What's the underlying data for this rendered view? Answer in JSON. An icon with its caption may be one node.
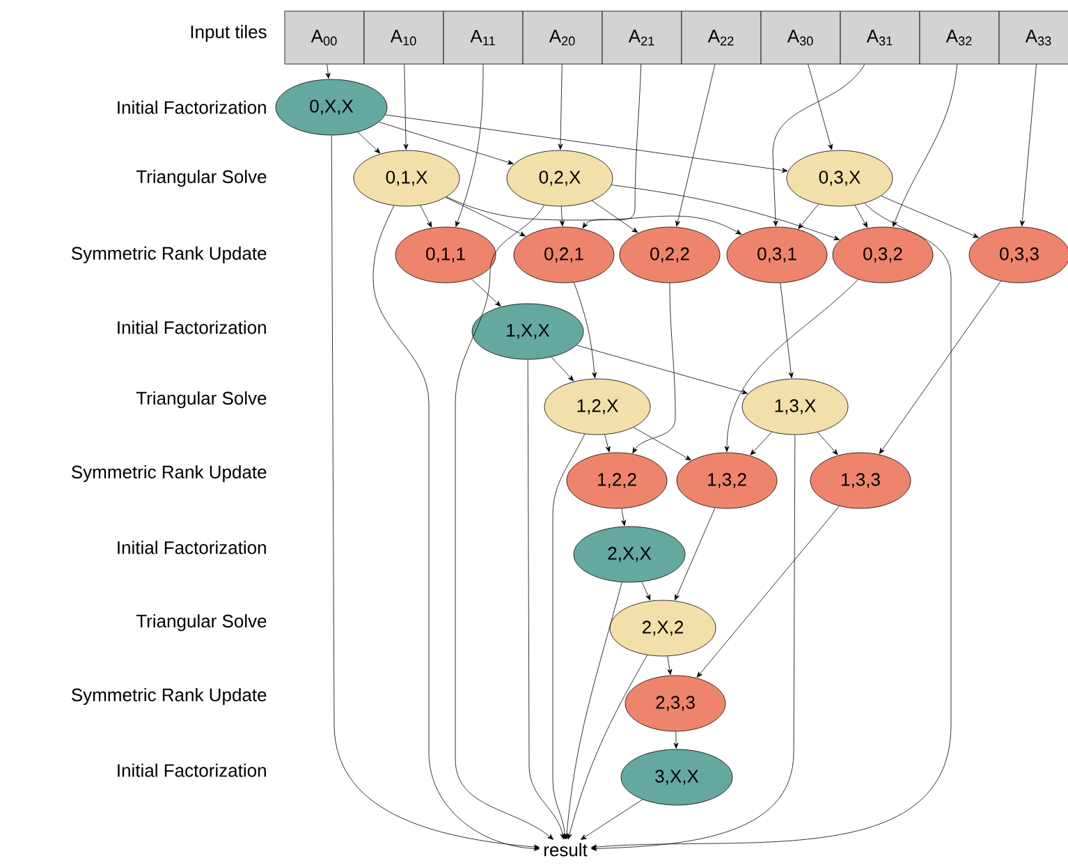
{
  "diagram": {
    "nodes": [
      {
        "text": [
          "A$_{00}$"
        ]
      },
      {
        "text": [
          "A$_{10}$"
        ]
      },
      {
        "text": [
          "A$_{11}$"
        ]
      },
      {
        "text": [
          "A$_{20}$"
        ]
      },
      {
        "text": [
          "A$_{21}$"
        ]
      },
      {
        "text": [
          "A$_{22}$"
        ]
      },
      {
        "text": [
          "A$_{30}$"
        ]
      },
      {
        "text": [
          "A$_{31}$"
        ]
      },
      {
        "text": [
          "A$_{32}$"
        ]
      },
      {
        "text": [
          "A$_{33}$"
        ]
      },
      {
        "text": [
          "0,X,X"
        ]
      },
      {
        "text": [
          "0,1,X"
        ]
      },
      {
        "text": [
          "0,2,X"
        ]
      },
      {
        "text": [
          "0,3,X"
        ]
      },
      {
        "text": [
          "0,1,1"
        ]
      },
      {
        "text": [
          "0,2,1"
        ]
      },
      {
        "text": [
          "0,2,2"
        ]
      },
      {
        "text": [
          "0,3,1"
        ]
      },
      {
        "text": [
          "0,3,2"
        ]
      },
      {
        "text": [
          "0,3,3"
        ]
      },
      {
        "text": [
          "1,X,X"
        ]
      },
      {
        "text": [
          "1,2,X"
        ]
      },
      {
        "text": [
          "1,3,X"
        ]
      },
      {
        "text": [
          "1,2,2"
        ]
      },
      {
        "text": [
          "1,3,2"
        ]
      },
      {
        "text": [
          "1,3,3"
        ]
      },
      {
        "text": [
          "2,X,X"
        ]
      },
      {
        "text": [
          "2,X,2"
        ]
      },
      {
        "text": [
          "2,3,3"
        ]
      },
      {
        "text": [
          "3,X,X"
        ]
      },
      {
        "text": [
          "result"
        ]
      }
    ],
    "edges": [
      {
        "from": 0,
        "to": 10,
        "arrow": "to"
      },
      {
        "from": 1,
        "to": 11,
        "arrow": "to"
      },
      {
        "from": 2,
        "to": 14,
        "arrow": "to"
      },
      {
        "from": 3,
        "to": 12,
        "arrow": "to"
      },
      {
        "from": 4,
        "to": 15,
        "arrow": "to"
      },
      {
        "from": 5,
        "to": 16,
        "arrow": "to"
      },
      {
        "from": 6,
        "to": 13,
        "arrow": "to"
      },
      {
        "from": 7,
        "to": 17,
        "arrow": "to"
      },
      {
        "from": 8,
        "to": 18,
        "arrow": "to"
      },
      {
        "from": 9,
        "to": 19,
        "arrow": "to"
      },
      {
        "from": 10,
        "to": 11,
        "arrow": "to"
      },
      {
        "from": 10,
        "to": 12,
        "arrow": "to"
      },
      {
        "from": 10,
        "to": 13,
        "arrow": "to"
      },
      {
        "from": 10,
        "to": 30,
        "arrow": "to"
      },
      {
        "from": 11,
        "to": 14,
        "arrow": "to"
      },
      {
        "from": 11,
        "to": 15,
        "arrow": "to"
      },
      {
        "from": 11,
        "to": 17,
        "arrow": "to"
      },
      {
        "from": 11,
        "to": 30,
        "arrow": "to"
      },
      {
        "from": 12,
        "to": 15,
        "arrow": "to"
      },
      {
        "from": 12,
        "to": 16,
        "arrow": "to"
      },
      {
        "from": 12,
        "to": 18,
        "arrow": "to"
      },
      {
        "from": 12,
        "to": 30,
        "arrow": "to"
      },
      {
        "from": 13,
        "to": 17,
        "arrow": "to"
      },
      {
        "from": 13,
        "to": 18,
        "arrow": "to"
      },
      {
        "from": 13,
        "to": 19,
        "arrow": "to"
      },
      {
        "from": 13,
        "to": 30,
        "arrow": "to"
      },
      {
        "from": 14,
        "to": 20,
        "arrow": "to"
      },
      {
        "from": 15,
        "to": 21,
        "arrow": "to"
      },
      {
        "from": 16,
        "to": 23,
        "arrow": "to"
      },
      {
        "from": 17,
        "to": 22,
        "arrow": "to"
      },
      {
        "from": 18,
        "to": 24,
        "arrow": "to"
      },
      {
        "from": 19,
        "to": 25,
        "arrow": "to"
      },
      {
        "from": 20,
        "to": 21,
        "arrow": "to"
      },
      {
        "from": 20,
        "to": 22,
        "arrow": "to"
      },
      {
        "from": 20,
        "to": 30,
        "arrow": "to"
      },
      {
        "from": 21,
        "to": 23,
        "arrow": "to"
      },
      {
        "from": 21,
        "to": 24,
        "arrow": "to"
      },
      {
        "from": 21,
        "to": 30,
        "arrow": "to"
      },
      {
        "from": 22,
        "to": 24,
        "arrow": "to"
      },
      {
        "from": 22,
        "to": 25,
        "arrow": "to"
      },
      {
        "from": 22,
        "to": 30,
        "arrow": "to"
      },
      {
        "from": 23,
        "to": 26,
        "arrow": "to"
      },
      {
        "from": 24,
        "to": 27,
        "arrow": "to"
      },
      {
        "from": 25,
        "to": 28,
        "arrow": "to"
      },
      {
        "from": 26,
        "to": 27,
        "arrow": "to"
      },
      {
        "from": 26,
        "to": 30,
        "arrow": "to"
      },
      {
        "from": 27,
        "to": 28,
        "arrow": "to"
      },
      {
        "from": 27,
        "to": 30,
        "arrow": "to"
      },
      {
        "from": 28,
        "to": 29,
        "arrow": "to"
      },
      {
        "from": 29,
        "to": 30,
        "arrow": "to"
      }
    ],
    "labels": [
      "Input tiles",
      "Initial Factorization",
      "Triangular Solve",
      "Symmetric Rank Update",
      "Initial Factorization",
      "Triangular Solve",
      "Symmetric Rank Update",
      "Initial Factorization",
      "Triangular Solve",
      "Symmetric Rank Update",
      "Initial Factorization"
    ]
  }
}
